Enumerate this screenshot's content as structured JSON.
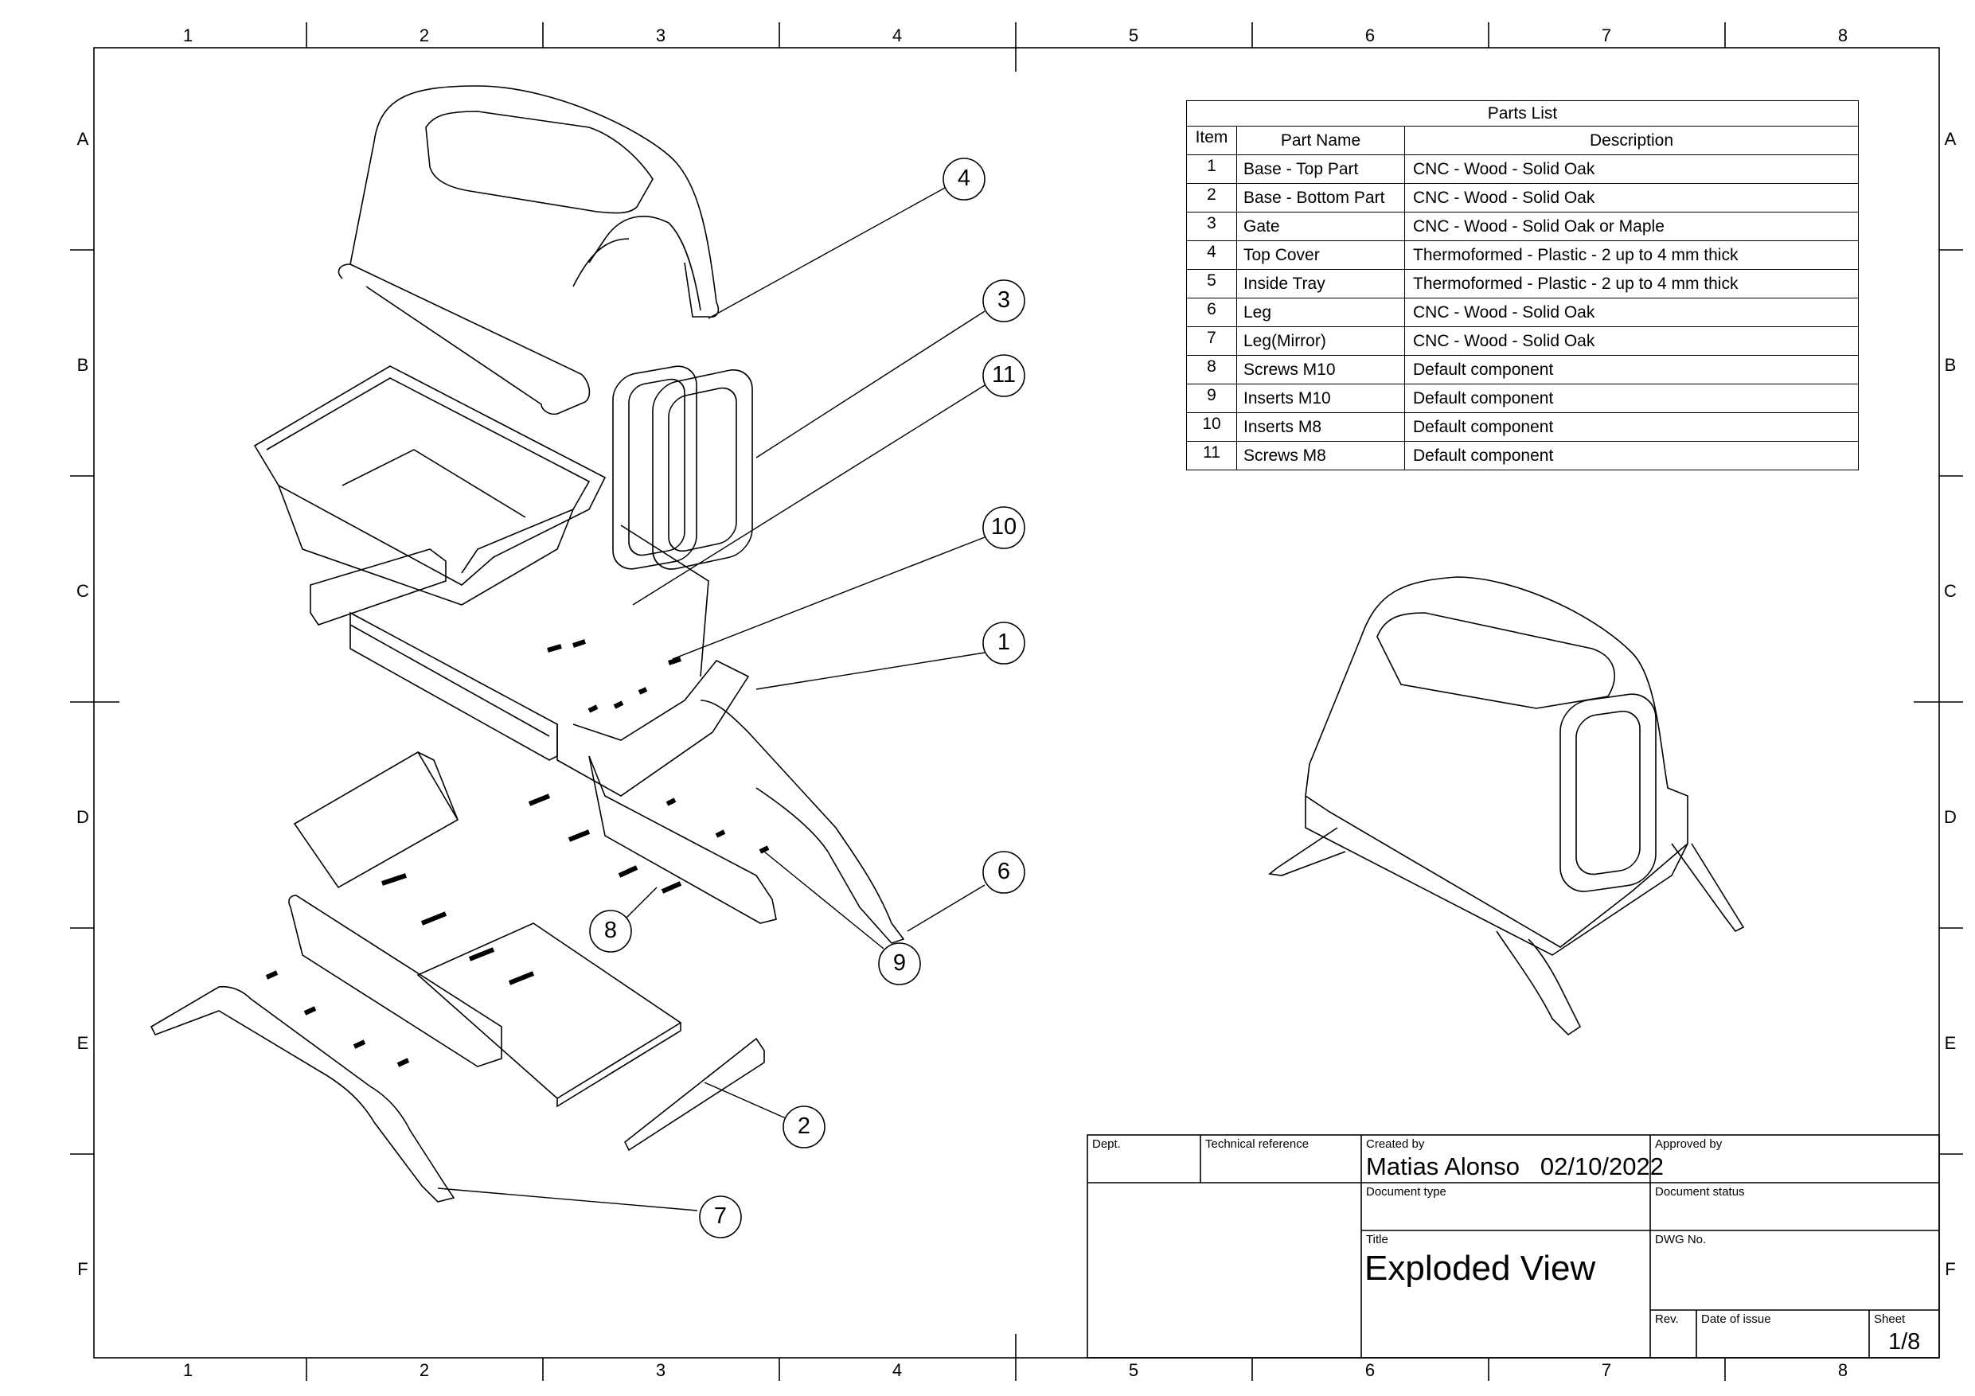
{
  "zones": {
    "columns": [
      "1",
      "2",
      "3",
      "4",
      "5",
      "6",
      "7",
      "8"
    ],
    "rows": [
      "A",
      "B",
      "C",
      "D",
      "E",
      "F"
    ]
  },
  "parts_list": {
    "title": "Parts List",
    "headers": {
      "item": "Item",
      "part_name": "Part Name",
      "description": "Description"
    },
    "rows": [
      {
        "item": "1",
        "name": "Base - Top Part",
        "description": "CNC - Wood - Solid Oak"
      },
      {
        "item": "2",
        "name": "Base - Bottom Part",
        "description": "CNC - Wood - Solid Oak"
      },
      {
        "item": "3",
        "name": "Gate",
        "description": "CNC - Wood - Solid Oak or Maple"
      },
      {
        "item": "4",
        "name": "Top Cover",
        "description": "Thermoformed - Plastic - 2 up to 4 mm thick"
      },
      {
        "item": "5",
        "name": "Inside Tray",
        "description": "Thermoformed - Plastic - 2 up to 4 mm thick"
      },
      {
        "item": "6",
        "name": "Leg",
        "description": "CNC - Wood - Solid Oak"
      },
      {
        "item": "7",
        "name": "Leg(Mirror)",
        "description": "CNC - Wood - Solid Oak"
      },
      {
        "item": "8",
        "name": "Screws M10",
        "description": "Default component"
      },
      {
        "item": "9",
        "name": "Inserts M10",
        "description": "Default component"
      },
      {
        "item": "10",
        "name": "Inserts M8",
        "description": "Default component"
      },
      {
        "item": "11",
        "name": "Screws M8",
        "description": "Default component"
      }
    ]
  },
  "balloons": [
    "4",
    "3",
    "11",
    "10",
    "1",
    "6",
    "9",
    "8",
    "2",
    "7"
  ],
  "title_block": {
    "dept_label": "Dept.",
    "technical_reference_label": "Technical reference",
    "created_by_label": "Created by",
    "created_by_value": "Matias Alonso   02/10/2022",
    "approved_by_label": "Approved by",
    "document_type_label": "Document type",
    "document_status_label": "Document status",
    "title_label": "Title",
    "title_value": "Exploded View",
    "dwg_no_label": "DWG No.",
    "rev_label": "Rev.",
    "date_of_issue_label": "Date of issue",
    "sheet_label": "Sheet",
    "sheet_value": "1/8"
  }
}
